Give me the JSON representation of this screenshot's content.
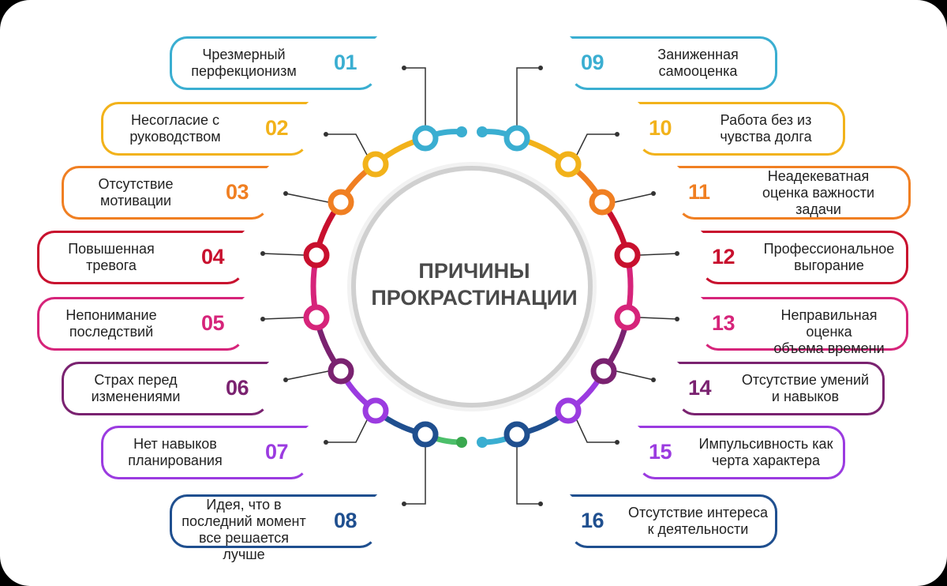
{
  "title": "ПРИЧИНЫ\nПРОКРАСТИНАЦИИ",
  "items": [
    {
      "num": "01",
      "text": "Чрезмерный\nперфекционизм",
      "color": "#3aaed1"
    },
    {
      "num": "02",
      "text": "Несогласие с\nруководством",
      "color": "#f2b21a"
    },
    {
      "num": "03",
      "text": "Отсутствие\nмотивации",
      "color": "#f07f22"
    },
    {
      "num": "04",
      "text": "Повышенная\nтревога",
      "color": "#c8102e"
    },
    {
      "num": "05",
      "text": "Непонимание\nпоследствий",
      "color": "#d6247a"
    },
    {
      "num": "06",
      "text": "Страх перед\nизменениями",
      "color": "#7a2270"
    },
    {
      "num": "07",
      "text": "Нет навыков\nпланирования",
      "color": "#9b3be0"
    },
    {
      "num": "08",
      "text": "Идея, что в\nпоследний момент\nвсе решается лучше",
      "color": "#1f4f8f"
    },
    {
      "num": "09",
      "text": "Заниженная\nсамооценка",
      "color": "#3aaed1"
    },
    {
      "num": "10",
      "text": "Работа без из\nчувства долга",
      "color": "#f2b21a"
    },
    {
      "num": "11",
      "text": "Неадекеватная\nоценка важности\nзадачи",
      "color": "#f07f22"
    },
    {
      "num": "12",
      "text": "Профессиональное\nвыгорание",
      "color": "#c8102e"
    },
    {
      "num": "13",
      "text": "Неправильная оценка\nобъема времени",
      "color": "#d6247a"
    },
    {
      "num": "14",
      "text": "Отсутствие умений\nи навыков",
      "color": "#7a2270"
    },
    {
      "num": "15",
      "text": "Импульсивность как\nчерта характера",
      "color": "#9b3be0"
    },
    {
      "num": "16",
      "text": "Отсутствие интереса\nк деятельности",
      "color": "#1f4f8f"
    }
  ]
}
